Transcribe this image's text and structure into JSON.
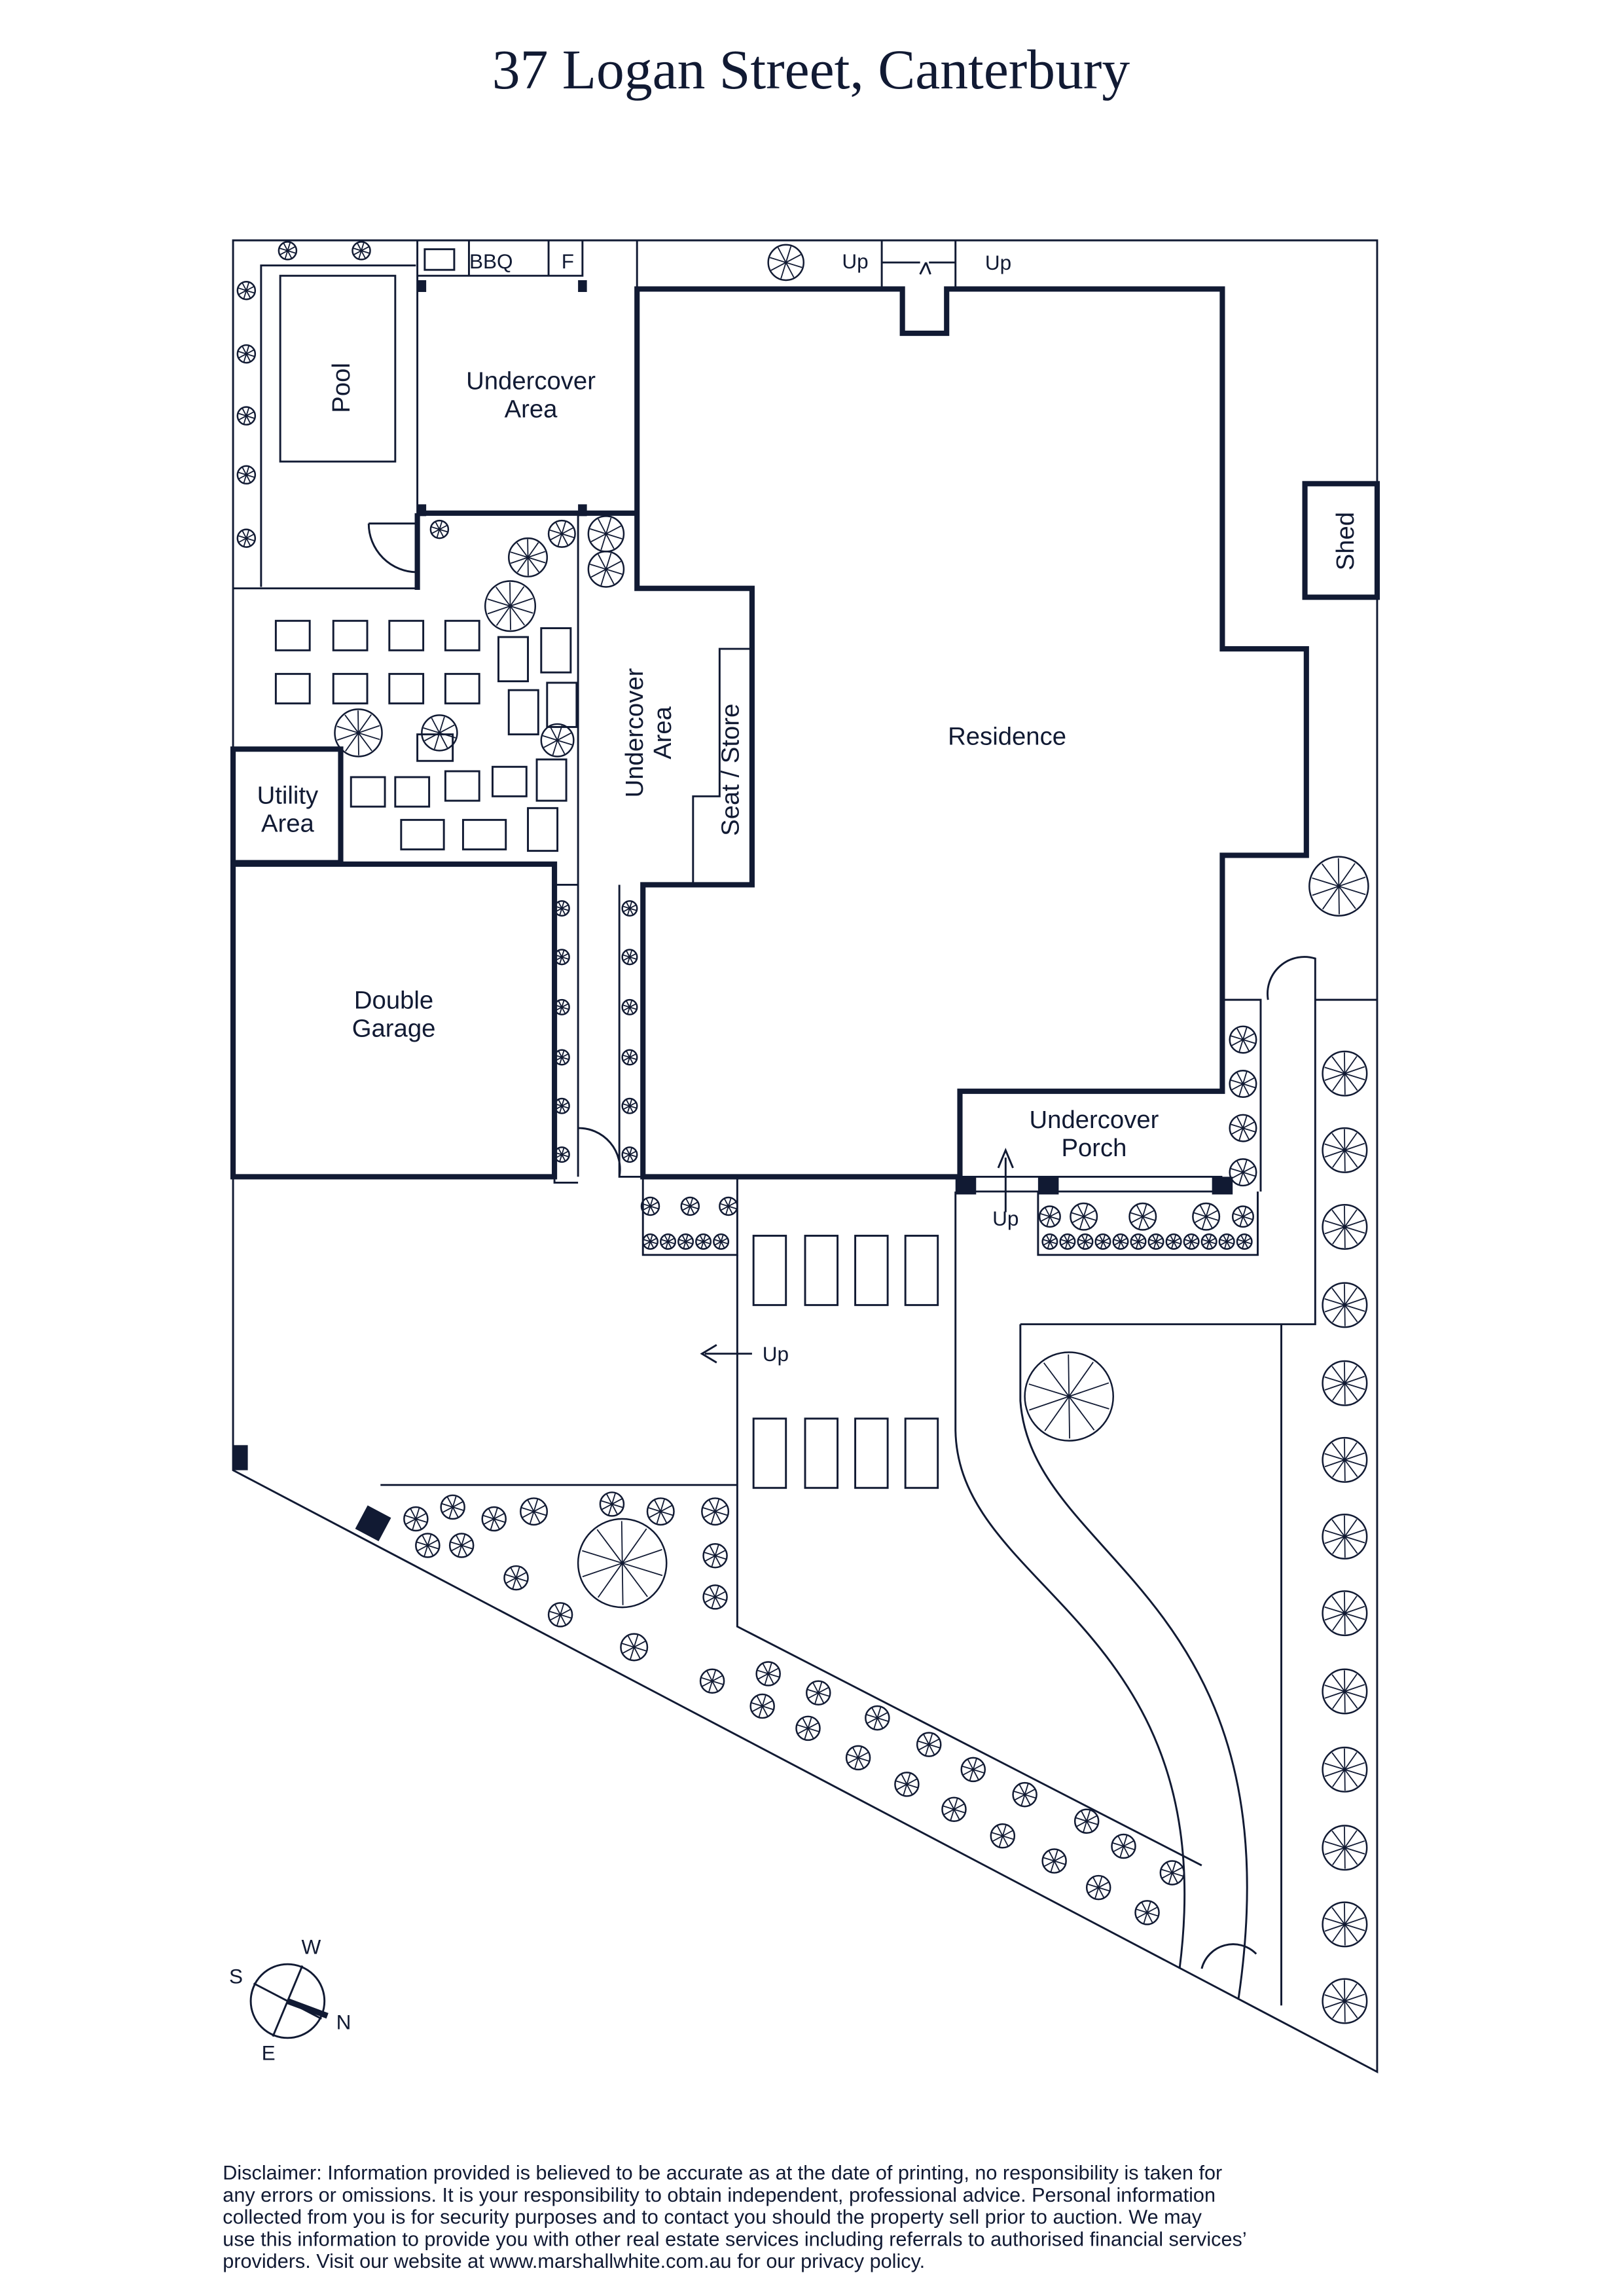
{
  "title": "37 Logan Street, Canterbury",
  "labels": {
    "bbq": "BBQ",
    "fridge": "F",
    "up_top_left": "Up",
    "up_top_right": "Up",
    "pool": "Pool",
    "undercover_area_top": [
      "Undercover",
      "Area"
    ],
    "shed": "Shed",
    "residence": "Residence",
    "undercover_area_mid": [
      "Undercover",
      "Area"
    ],
    "seat_store": "Seat / Store",
    "utility_area": [
      "Utility",
      "Area"
    ],
    "double_garage": [
      "Double",
      "Garage"
    ],
    "undercover_porch": [
      "Undercover",
      "Porch"
    ],
    "up_porch": "Up",
    "up_drive": "Up"
  },
  "compass": {
    "s": "S",
    "w": "W",
    "n": "N",
    "e": "E"
  },
  "disclaimer": [
    "Disclaimer: Information provided is believed to be accurate as at the date of printing, no responsibility is taken for",
    "any errors or omissions. It is your responsibility to obtain independent, professional advice. Personal information",
    "collected from you is for security purposes and to contact you should the property sell prior to auction. We may",
    "use this information to provide you with other real estate services including referrals to authorised financial services’",
    "providers. Visit our website at www.marshallwhite.com.au for our privacy policy."
  ],
  "colors": {
    "ink": "#111a33"
  }
}
